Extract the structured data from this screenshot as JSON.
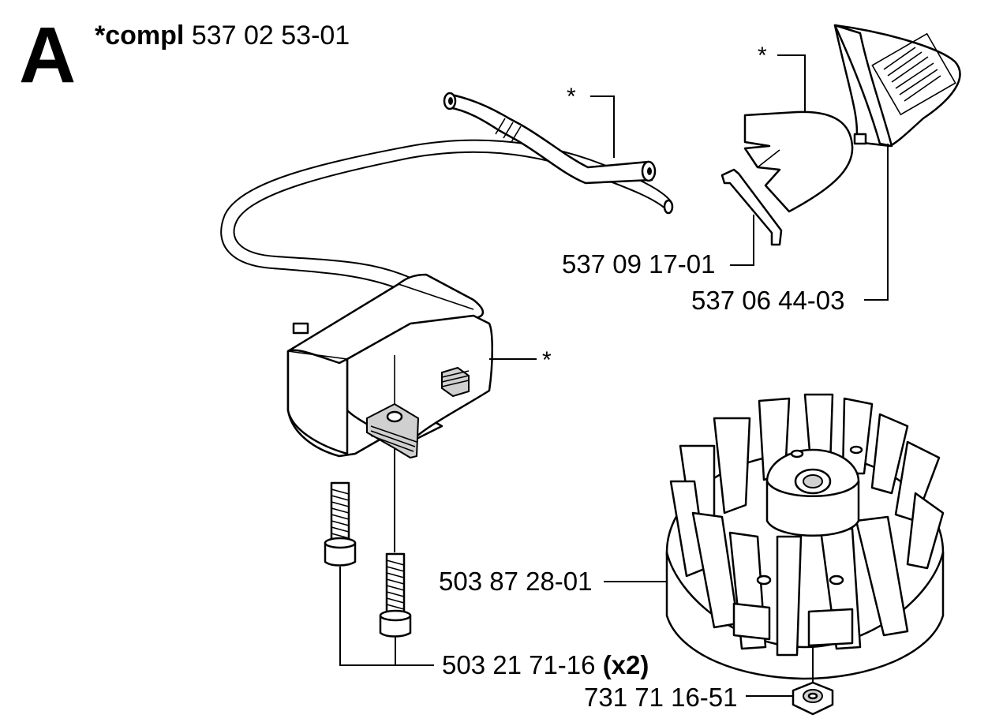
{
  "section": {
    "letter": "A",
    "compl_prefix": "*compl",
    "compl_number": "537 02 53-01"
  },
  "asterisk": "*",
  "parts": [
    {
      "id": "p1",
      "number": "537 09 17-01",
      "suffix": ""
    },
    {
      "id": "p2",
      "number": "537 06 44-03",
      "suffix": ""
    },
    {
      "id": "p3",
      "number": "503 87 28-01",
      "suffix": ""
    },
    {
      "id": "p4",
      "number": "503 21 71-16",
      "suffix": "(x2)"
    },
    {
      "id": "p5",
      "number": "731 71 16-51",
      "suffix": ""
    }
  ],
  "colors": {
    "line": "#000000",
    "background": "#ffffff",
    "shade": "#d0d0d0"
  }
}
